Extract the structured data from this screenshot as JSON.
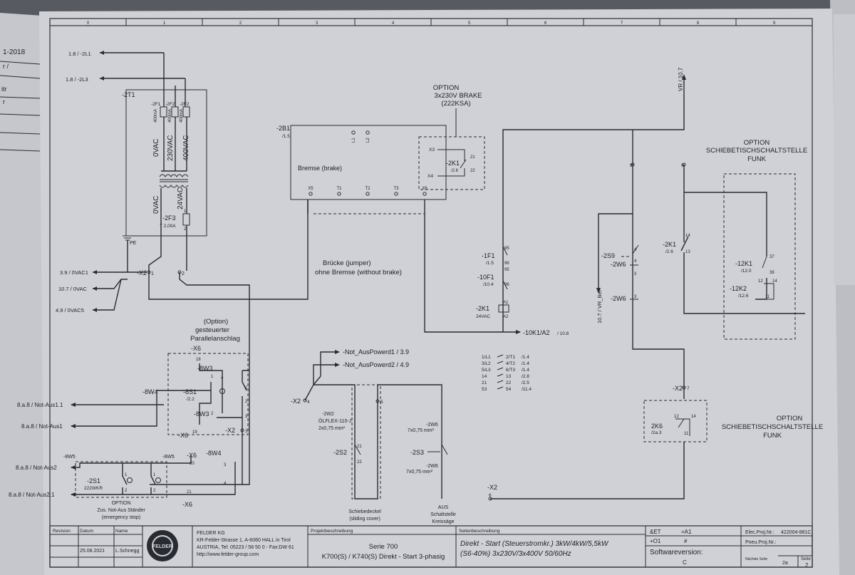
{
  "colors": {
    "paper": "#d9dadf",
    "ink": "#2a2d33",
    "background": "#5c5e66"
  },
  "left_page": {
    "year": "1-2018",
    "marks": [
      "r /",
      "itr",
      "r"
    ]
  },
  "grid": {
    "columns": [
      "0",
      "1",
      "2",
      "3",
      "4",
      "5",
      "6",
      "7",
      "8",
      "9"
    ]
  },
  "transformer": {
    "inputs": [
      "1.8 / -2L1",
      "1.8 / -2L3"
    ],
    "label": "-2T1",
    "fuses": [
      {
        "name": "-2F1",
        "rating": "400mA"
      },
      {
        "name": "-2F2",
        "rating": "400mA"
      },
      {
        "name": "-2F2",
        "rating": "400mA"
      }
    ],
    "taps": [
      "0VAC",
      "230VAC",
      "400VAC"
    ],
    "secondary": [
      "0VAC",
      "24VAC"
    ],
    "fuse3": {
      "name": "-2F3",
      "rating": "T 2,00A",
      "pins": [
        "1",
        "2"
      ]
    }
  },
  "pe": "PE",
  "x2_terminal": {
    "label": "-X2",
    "pins": [
      "1",
      "2"
    ]
  },
  "outputs": [
    "3.9 / 0VAC1",
    "10.7 / 0VAC",
    "4.9 / 0VAC5"
  ],
  "brake": {
    "tag": "-2B1",
    "ref": "/1.5",
    "name": "Bremse (brake)",
    "top_pins": [
      "L1",
      "L2"
    ],
    "bottom_pins": [
      "X5",
      "T1",
      "T2",
      "T3",
      "X6"
    ]
  },
  "brake_option": {
    "title": [
      "OPTION",
      "3x230V BRAKE",
      "(222KSA)"
    ],
    "relay": "-2K1",
    "ref": "/2.6",
    "pins": [
      "21",
      "22"
    ],
    "terminals": [
      "X3",
      "X4"
    ]
  },
  "jumper": [
    "Brücke (jumper)",
    "ohne Bremse (without brake)"
  ],
  "chain": {
    "f1": {
      "tag": "-1F1",
      "ref": "/1.5",
      "pins": [
        "95",
        "96"
      ]
    },
    "f10": {
      "tag": "-10F1",
      "ref": "/10.4",
      "pins": [
        "95",
        "96"
      ]
    },
    "k1": {
      "tag": "-2K1",
      "note": "24VAC",
      "pins": [
        "A1",
        "A2"
      ]
    },
    "out": "-10K1/A2",
    "out_ref": "/ 10.8"
  },
  "right": {
    "vr_top": "VR / 10.7",
    "vr_bel": "10.7 / VR_Bel",
    "w6a": "-2W6",
    "w6a_pin": "4",
    "s9": "-2S9",
    "s9_pins": [
      "4",
      "3"
    ],
    "w6b": "-2W6",
    "w6b_pin": "3",
    "nodes": [
      "8",
      "9"
    ],
    "k1": {
      "tag": "-2K1",
      "ref": "/2.6",
      "pins": [
        "14",
        "13"
      ]
    },
    "x2": "-X2",
    "x2_pin": "7",
    "k6": {
      "tag": "2K6",
      "ref": "/2a.3",
      "pins": [
        "12",
        "14",
        "11"
      ]
    }
  },
  "option_funk_top": {
    "title": [
      "OPTION",
      "SCHIEBETISCHSCHALTSTELLE",
      "FUNK"
    ],
    "k12a": {
      "tag": "-12K1",
      "ref": "/12.0",
      "pins": [
        "37",
        "38"
      ]
    },
    "k12b": {
      "tag": "-12K2",
      "ref": "/12.6",
      "pins": [
        "12",
        "14",
        "11"
      ]
    }
  },
  "option_funk_bottom": {
    "title": [
      "OPTION",
      "SCHIEBETISCHSCHALTSTELLE",
      "FUNK"
    ]
  },
  "parallel": {
    "title": [
      "(Option)",
      "gesteuerter",
      "Parallelanschlag"
    ],
    "x6": "-X6",
    "pins_x6": [
      "18",
      "19"
    ],
    "w3a": "-8W3",
    "w3b": "-8W3",
    "s1": "-8S1",
    "s1_ref": "/2.2",
    "w4": "-8W4",
    "pins_s1": [
      "1",
      "2",
      "1",
      "2",
      "3",
      "4"
    ],
    "x6b": "-X6",
    "x2": "-X2",
    "x2_pin": "3"
  },
  "notaus": {
    "labels": [
      "8.a.8 / Not-Aus1.1",
      "8.a.8 / Not-Aus1",
      "8.a.8 / Not-Aus2",
      "8.a.8 / Not-Aus2.1"
    ],
    "w5": "-8W5",
    "w5b": "-8W5",
    "s1": "-2S1",
    "s1_note": "222WKR",
    "x6": "-X6",
    "x6_pins": [
      "20",
      "21"
    ],
    "w4": "-8W4",
    "x6b": "-X6",
    "pins": [
      "1",
      "2",
      "1",
      "2",
      "3",
      "4"
    ],
    "option": [
      "OPTION",
      "Zus. Not-Aus Ständer",
      "(emergency stop)"
    ]
  },
  "powerd": {
    "lines": [
      "-Not_AusPowerd1 / 3.9",
      "-Not_AusPowerd2 / 4.9"
    ],
    "x2": "-X2",
    "x2_pin": "4",
    "pin5": "5",
    "w2": "-2W2",
    "cable": "ÖLFLEX-110-J",
    "cable_size": "2x0,75 mm²",
    "s2": "-2S2",
    "s2_pins": [
      "21",
      "22"
    ],
    "w6a": "-2W6",
    "w6a_size": "7x0,75 mm²",
    "s3": "-2S3",
    "w6b": "-2W6",
    "w6b_size": "7x0,75 mm²",
    "x2b": "-X2",
    "x2b_pin": "6",
    "cover": [
      "Schiebedeckel",
      "(sliding cover)"
    ],
    "aus": [
      "AUS",
      "Schaltstelle",
      "Kreissäge"
    ]
  },
  "contact_table": [
    [
      "1/L1",
      "2/T1",
      "/1.4"
    ],
    [
      "3/L2",
      "4/T2",
      "/1.4"
    ],
    [
      "5/L3",
      "6/T3",
      "/1.4"
    ],
    [
      "14",
      "13",
      "/2.8"
    ],
    [
      "21",
      "22",
      "/2.5"
    ],
    [
      "53",
      "54",
      "/11.4"
    ]
  ],
  "titleblock": {
    "revision": "Revision",
    "datum": "Datum",
    "name": "Name",
    "date": "25.08.2021",
    "user": "L.Schnegg",
    "company": [
      "FELDER KG",
      "KR-Felder-Strasse 1, A-6060 HALL in Tirol",
      "AUSTRIA, Tel: 05223 / 58 50 0 - Fax:DW 61",
      "http://www.felder-group.com"
    ],
    "logo": "FELDER",
    "proj_label": "Projektbeschreibung",
    "proj": [
      "Serie 700",
      "K700(S) / K740(S) Direkt - Start 3-phasig"
    ],
    "page_label": "Seitenbeschreibung",
    "page": [
      "Direkt - Start (Steuerstromkr.) 3kW/4kW/5,5kW",
      "(S6-40%) 3x230V/3x400V 50/60Hz"
    ],
    "et": "&ET",
    "et_val": "=A1",
    "o1": "+O1",
    "o1_val": "#",
    "sw_label": "Softwareversion:",
    "sw_val": "C",
    "elec": "Elec.Proj.Nr.:",
    "elec_val": "422004-881C",
    "pneu": "Pneu.Proj.Nr.:",
    "next": "Nächste Seite",
    "next_val": "2a",
    "seite": "Seite",
    "seite_val": "2"
  }
}
